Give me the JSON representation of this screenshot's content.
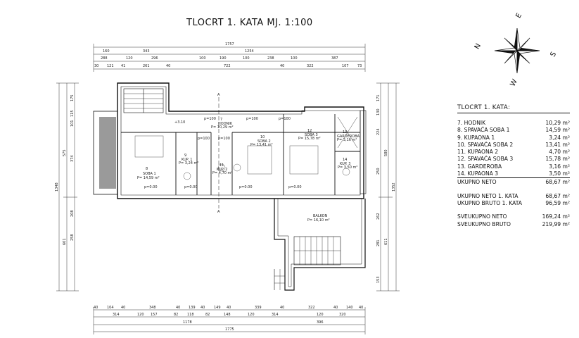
{
  "title": "TLOCRT 1. KATA  MJ. 1:100",
  "compass": {
    "n": "N",
    "e": "E",
    "s": "S",
    "w": "W"
  },
  "legend": {
    "title": "TLOCRT 1. KATA:",
    "rows": [
      {
        "label": "7. HODNIK",
        "value": "10,29 m²"
      },
      {
        "label": "8. SPAVAĆA SOBA 1",
        "value": "14,59 m²"
      },
      {
        "label": "9. KUPAONA 1",
        "value": "3,24 m²"
      },
      {
        "label": "10. SPAVAĆA SOBA 2",
        "value": "13,41 m²"
      },
      {
        "label": "11. KUPAONA 2",
        "value": "4,70 m²"
      },
      {
        "label": "12. SPAVAĆA SOBA 3",
        "value": "15,78 m²"
      },
      {
        "label": "13. GARDEROBA",
        "value": "3,16 m²"
      },
      {
        "label": "14. KUPAONA 3",
        "value": "3,50 m²"
      }
    ],
    "ukupno_neto": {
      "label": "UKUPNO NETO",
      "value": "68,67 m²"
    },
    "kat_neto": {
      "label": "UKUPNO NETO 1. KATA",
      "value": "68,67 m²"
    },
    "kat_bruto": {
      "label": "UKUPNO BRUTO 1. KATA",
      "value": "96,59 m²"
    },
    "sveukupno_neto": {
      "label": "SVEUKUPNO NETO",
      "value": "169,24 m²"
    },
    "sveukupno_bruto": {
      "label": "SVEUKUPNO BRUTO",
      "value": "219,99 m²"
    }
  },
  "dims": {
    "top_overall": "1757",
    "top_row2": [
      "160",
      "343",
      "1254"
    ],
    "top_row3": [
      "288",
      "120",
      "296",
      "100",
      "190",
      "100",
      "238",
      "100",
      "387"
    ],
    "top_row4": [
      "30",
      "121",
      "41",
      "261",
      "40",
      "722",
      "40",
      "322",
      "107",
      "73"
    ],
    "left_outer": "1348",
    "left_mid": [
      "575",
      "601"
    ],
    "left_inner": [
      "175",
      "115",
      "101",
      "374",
      "208",
      "258"
    ],
    "right_outer": "1352",
    "right_mid": [
      "580",
      "611"
    ],
    "right_inner": [
      "171",
      "130",
      "224",
      "250",
      "262",
      "281",
      "153"
    ],
    "bottom_row1": [
      "40",
      "104",
      "40",
      "348",
      "40",
      "139",
      "40",
      "149",
      "40",
      "339",
      "40",
      "322",
      "40",
      "140",
      "40"
    ],
    "bottom_row2": [
      "314",
      "120",
      "157",
      "82",
      "118",
      "82",
      "148",
      "120",
      "314",
      "120",
      "320"
    ],
    "bottom_row3": [
      "1178",
      "396"
    ],
    "bottom_overall": "1775",
    "openings": [
      "p=100",
      "p=100",
      "p=100",
      "p=100",
      "p=100",
      "p=0.00",
      "p=0.00",
      "p=0.00",
      "p=0.00"
    ],
    "level": "+3.10"
  },
  "rooms": {
    "hodnik": {
      "num": "7",
      "name": "HODNIK",
      "area": "P= 10,29 m²"
    },
    "soba1": {
      "num": "8",
      "name": "SOBA 1",
      "area": "P= 14,59 m²"
    },
    "kupaona1": {
      "num": "9",
      "name": "KUP. 1",
      "area": "P= 3,24 m²"
    },
    "soba2": {
      "num": "10",
      "name": "SOBA 2",
      "area": "P= 13,41 m²"
    },
    "kupaona2": {
      "num": "11",
      "name": "KUP. 2",
      "area": "P= 4,70 m²"
    },
    "soba3": {
      "num": "12",
      "name": "SOBA 3",
      "area": "P= 15,78 m²"
    },
    "garderoba": {
      "num": "13",
      "name": "GARDEROBA",
      "area": "P= 3,16 m²"
    },
    "kupaona3": {
      "num": "14",
      "name": "KUP. 3",
      "area": "P= 3,50 m²"
    },
    "balkon": {
      "name": "BALKON",
      "area": "P= 16,10 m²"
    }
  },
  "section_marks": [
    "A",
    "A"
  ]
}
